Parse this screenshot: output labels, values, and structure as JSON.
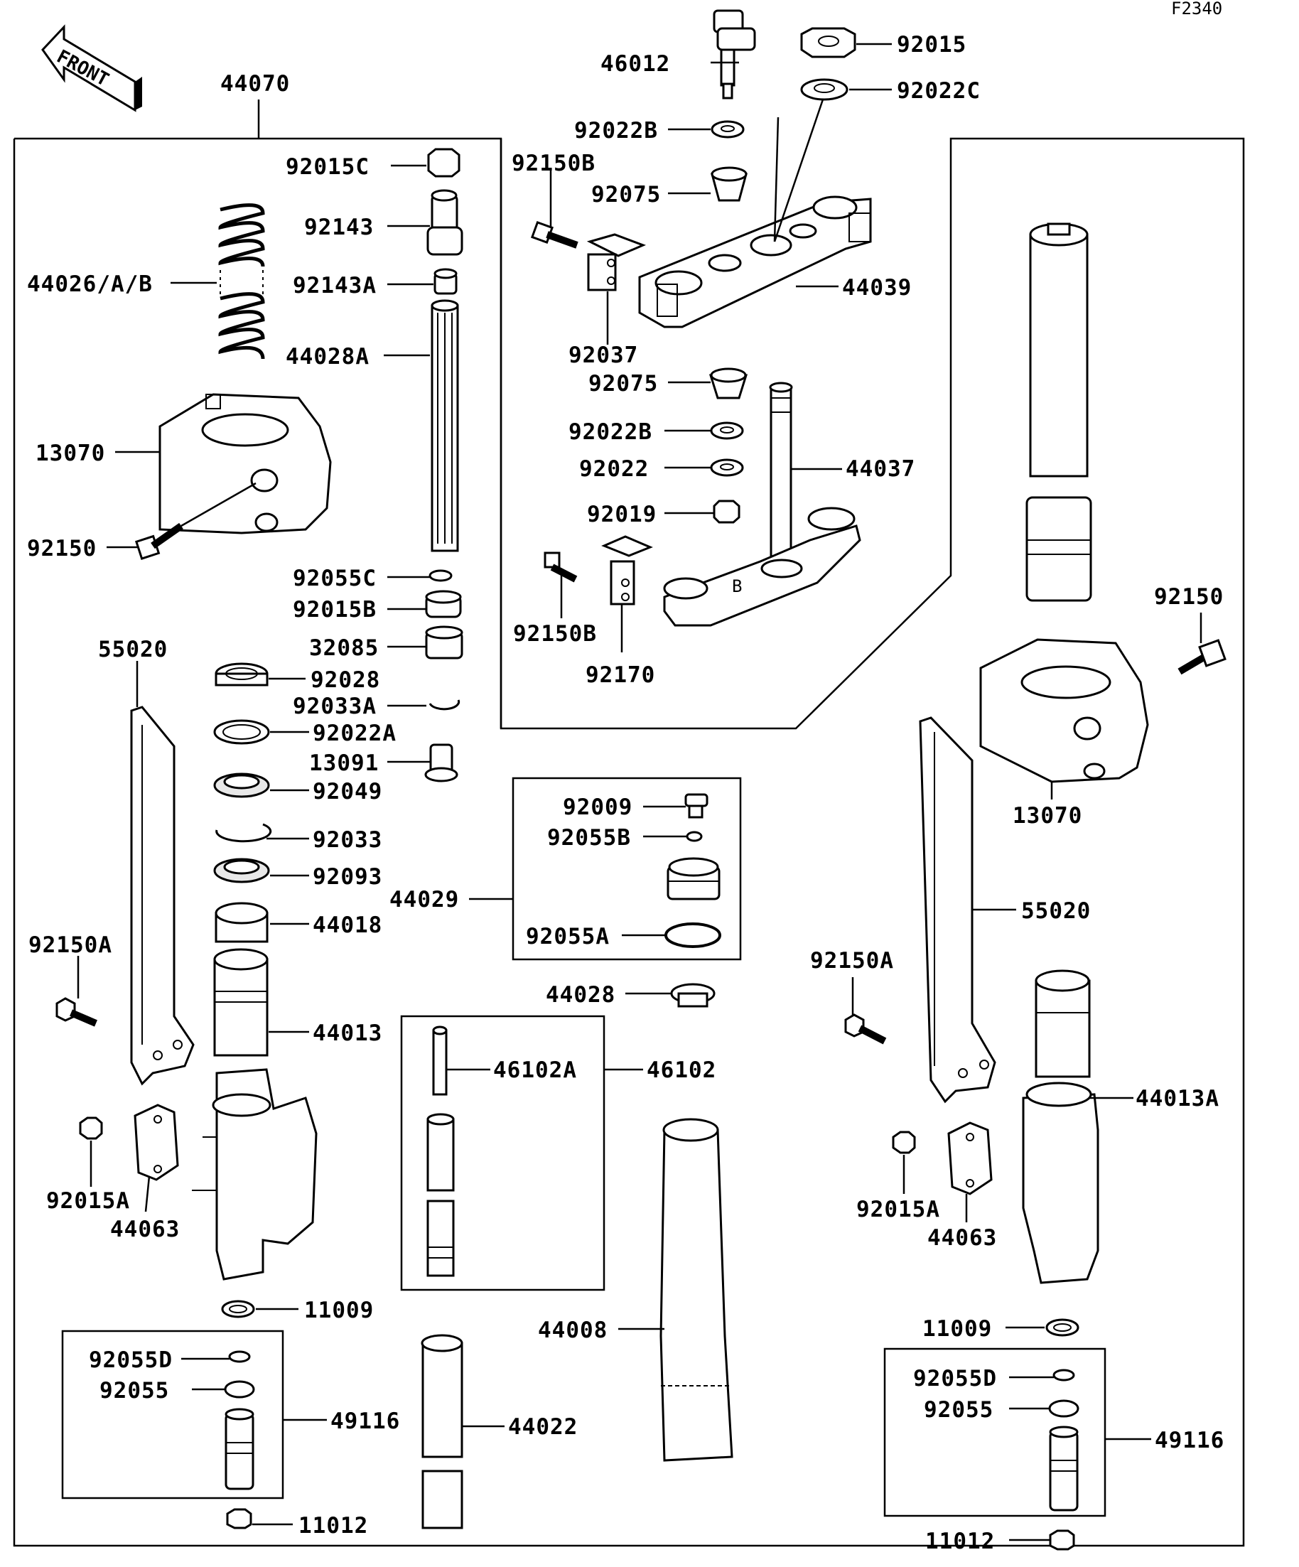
{
  "diagram_code": "F2340",
  "front_arrow": "FRONT",
  "labels": {
    "p44070": "44070",
    "p46012": "46012",
    "p92015": "92015",
    "p92022C": "92022C",
    "p92022B_top": "92022B",
    "p92150B_top": "92150B",
    "p92075_top": "92075",
    "p44039": "44039",
    "p92037": "92037",
    "p92075_mid": "92075",
    "p92022B_mid": "92022B",
    "p92022": "92022",
    "p44037": "44037",
    "p92019": "92019",
    "p92150B_bot": "92150B",
    "p92170": "92170",
    "p92015C": "92015C",
    "p92143": "92143",
    "p44026": "44026/A/B",
    "p92143A": "92143A",
    "p44028A": "44028A",
    "p13070_left": "13070",
    "p92150_left": "92150",
    "p92055C": "92055C",
    "p92015B": "92015B",
    "p32085": "32085",
    "p55020_left": "55020",
    "p92028": "92028",
    "p92033A": "92033A",
    "p92022A": "92022A",
    "p13091": "13091",
    "p92049": "92049",
    "p92033": "92033",
    "p92093": "92093",
    "p44018": "44018",
    "p92150A_left": "92150A",
    "p44013": "44013",
    "p92015A_left": "92015A",
    "p44063_left": "44063",
    "p11009_left": "11009",
    "p92055D_left": "92055D",
    "p92055_left": "92055",
    "p49116_left": "49116",
    "p11012_left": "11012",
    "p92009": "92009",
    "p92055B": "92055B",
    "p44029": "44029",
    "p92055A": "92055A",
    "p44028": "44028",
    "p46102A": "46102A",
    "p46102": "46102",
    "p44022": "44022",
    "p44008": "44008",
    "p92150_right": "92150",
    "p13070_right": "13070",
    "p55020_right": "55020",
    "p92150A_right": "92150A",
    "p44013A": "44013A",
    "p92015A_right": "92015A",
    "p44063_right": "44063",
    "p11009_right": "11009",
    "p92055D_right": "92055D",
    "p92055_right": "92055",
    "p49116_right": "49116",
    "p11012_right": "11012"
  }
}
